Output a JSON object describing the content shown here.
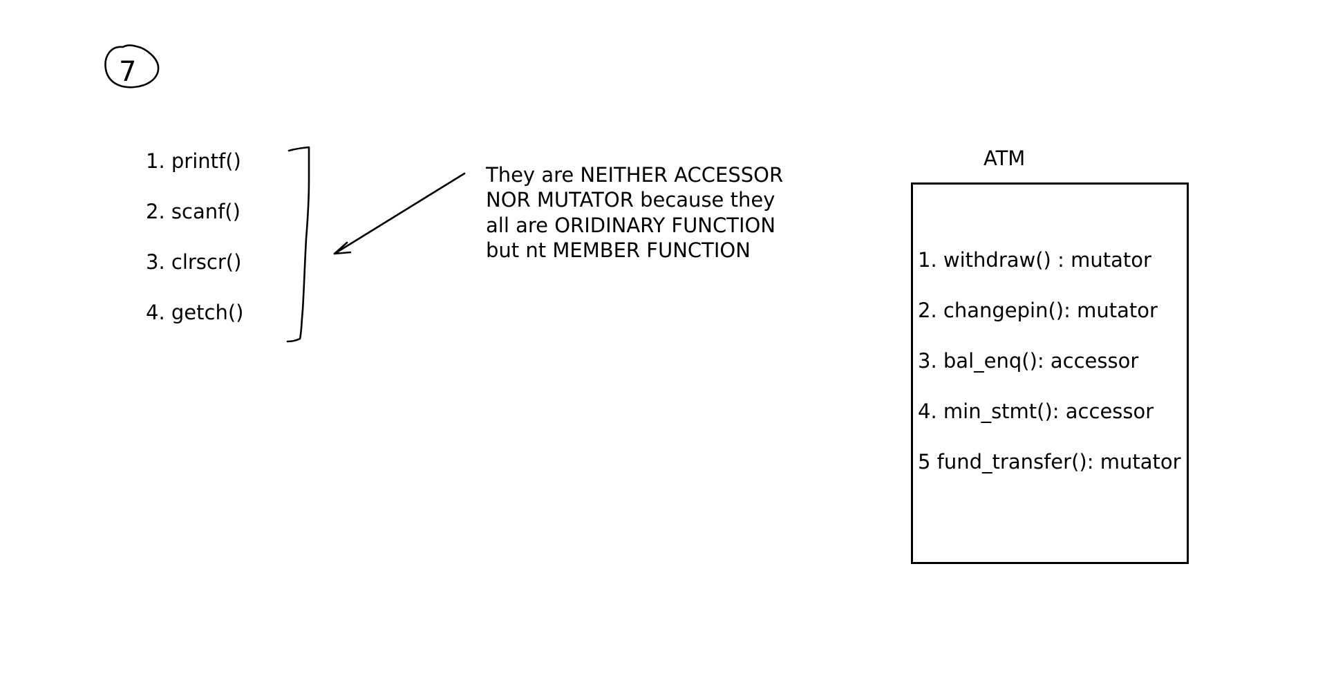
{
  "page_number": "7",
  "functions": [
    "1. printf()",
    "2. scanf()",
    "3. clrscr()",
    "4. getch()"
  ],
  "note": [
    "They are NEITHER ACCESSOR",
    "NOR MUTATOR because they",
    "all are ORIDINARY FUNCTION",
    "but nt MEMBER FUNCTION"
  ],
  "atm": {
    "title": "ATM",
    "items": [
      "1. withdraw() : mutator",
      "2. changepin(): mutator",
      "3. bal_enq(): accessor",
      "4. min_stmt(): accessor",
      "5 fund_transfer(): mutator"
    ]
  }
}
